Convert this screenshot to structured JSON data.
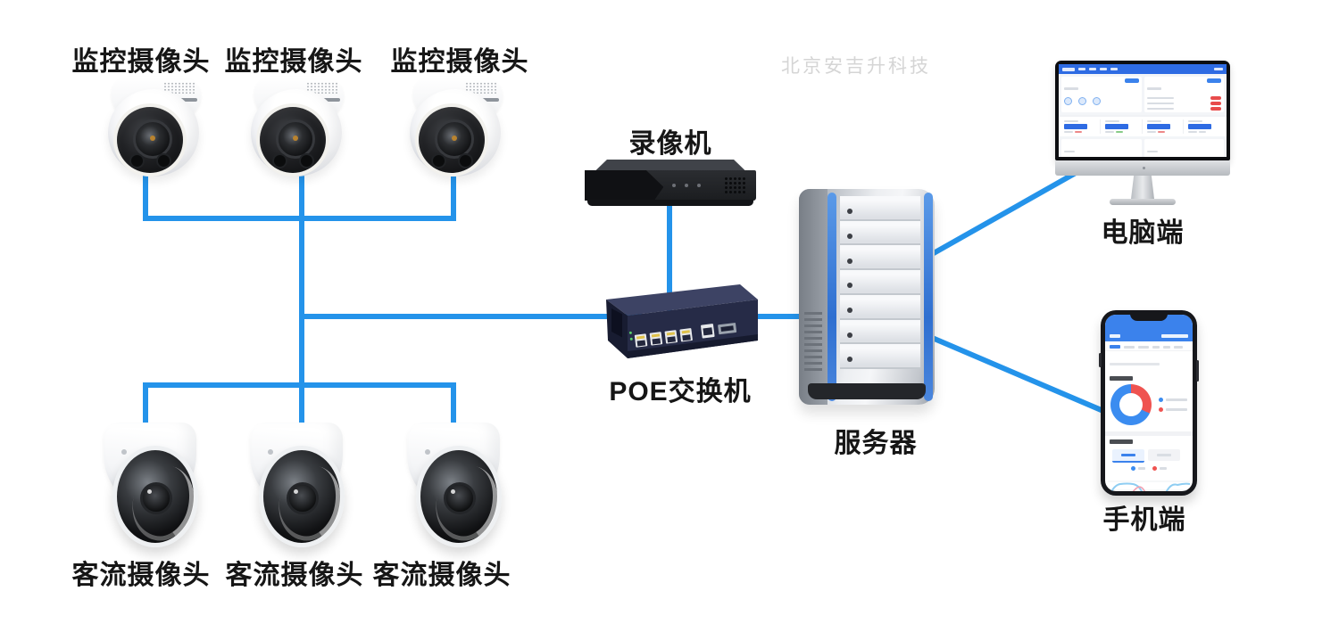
{
  "watermark": "北京安吉升科技",
  "colors": {
    "cable": "#2493ea",
    "label": "#161616",
    "watermark": "#d5d5d5",
    "navbar_blue": "#2e6be3",
    "badge_red": "#e84c4c",
    "donut_blue": "#3b8cf0",
    "donut_red": "#ef5350",
    "trend_blue": "#8ecdf2",
    "trend_pink": "#f2a0b0",
    "server_accent_blue": "#2f6fd0"
  },
  "nodes": {
    "surveillance_cameras": [
      {
        "label": "监控摄像头"
      },
      {
        "label": "监控摄像头"
      },
      {
        "label": "监控摄像头"
      }
    ],
    "flow_cameras": [
      {
        "label": "客流摄像头"
      },
      {
        "label": "客流摄像头"
      },
      {
        "label": "客流摄像头"
      }
    ],
    "recorder": {
      "label": "录像机"
    },
    "poe_switch": {
      "label": "POE交换机"
    },
    "server": {
      "label": "服务器"
    },
    "pc": {
      "label": "电脑端"
    },
    "mobile": {
      "label": "手机端"
    }
  },
  "chart_data": [
    {
      "type": "pie",
      "title": "mobile-app donut (proportions estimated from pixels, labels illegible)",
      "labels": [
        "blue-segment",
        "red-segment"
      ],
      "values": [
        68,
        32
      ],
      "colors": [
        "#3b8cf0",
        "#ef5350"
      ],
      "legend_position": "right"
    },
    {
      "type": "line",
      "title": "mobile-app trend chart (two wavy series, values illegible)",
      "series": [
        {
          "name": "blue-series"
        },
        {
          "name": "pink-series"
        }
      ],
      "grid": true
    }
  ]
}
